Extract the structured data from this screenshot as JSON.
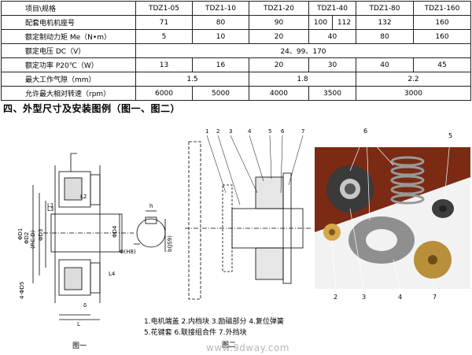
{
  "spec_table": {
    "header": {
      "label": "项目\\规格",
      "models": [
        "TDZ1-05",
        "TDZ1-10",
        "TDZ1-20",
        "TDZ1-40",
        "TDZ1-80",
        "TDZ1-160"
      ]
    },
    "rows": [
      {
        "label": "配套电机机座号",
        "values": [
          "71",
          "80",
          "90",
          "100",
          "112",
          "132",
          "160"
        ]
      },
      {
        "label": "额定制动力矩 Me（N•m）",
        "values": [
          "5",
          "10",
          "20",
          "40",
          "80",
          "160"
        ]
      },
      {
        "label": "额定电压 DC（V）",
        "value": "24、99、170"
      },
      {
        "label": "额定功率 P20℃（W）",
        "values": [
          "13",
          "16",
          "20",
          "30",
          "40",
          "45"
        ]
      },
      {
        "label": "最大工作气隙（mm）",
        "values": [
          "1.5",
          "1.8",
          "2.2"
        ]
      },
      {
        "label": "允许最大相对转速（rpm）",
        "values": [
          "6000",
          "5000",
          "4000",
          "3500",
          "3000"
        ]
      }
    ]
  },
  "section_heading": "四、外型尺寸及安装图例（图一、图二）",
  "fig1": {
    "dims": {
      "d1": "ΦD1",
      "d2": "ΦD2",
      "pcd": "(P.C.D)",
      "d3": "ΦD3",
      "d4": "ΦD4",
      "h8": "Φ(H8)",
      "b": "b(JS9)",
      "h": "h",
      "l": "L",
      "l1": "L1",
      "l2": "L2",
      "l3": "L3",
      "l4": "L4",
      "delta": "δ",
      "bolt": "4-ΦD5"
    },
    "caption": "图一"
  },
  "fig2": {
    "callouts": [
      "1",
      "2",
      "3",
      "4",
      "5",
      "6",
      "7"
    ],
    "caption": "图二"
  },
  "photo": {
    "callouts": [
      "6",
      "5",
      "2",
      "3",
      "4",
      "7"
    ]
  },
  "legend": {
    "line1": "1.电机端盖  2.内档块  3.励磁部分  4.复位弹簧",
    "line2": "5.花键套  6.联接组合件  7.外挡块"
  },
  "watermark": "www.9dway.com"
}
